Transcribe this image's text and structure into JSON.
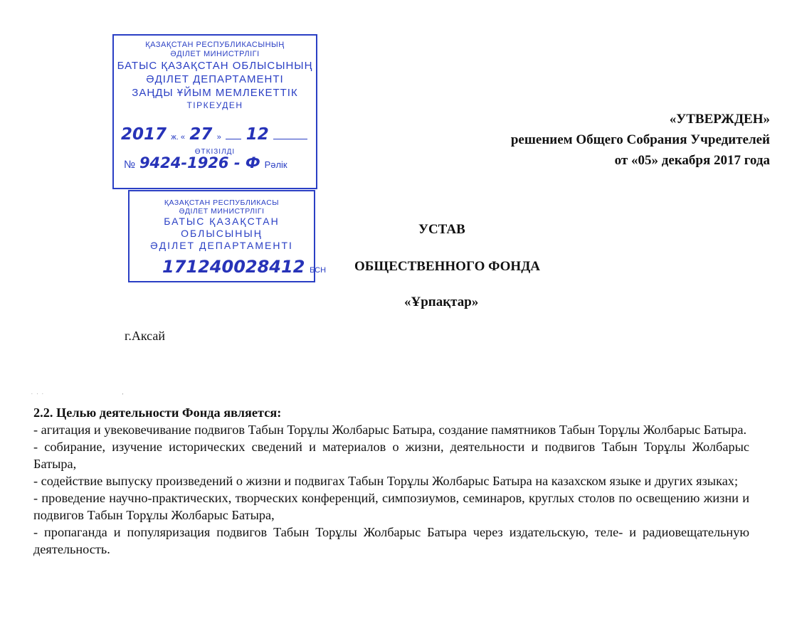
{
  "stamp_registration": {
    "lines": [
      "ҚАЗАҚСТАН РЕСПУБЛИКАСЫНЫҢ",
      "ӘДІЛЕТ МИНИСТРЛІГІ",
      "БАТЫС ҚАЗАҚСТАН ОБЛЫСЫНЫҢ",
      "ӘДІЛЕТ ДЕПАРТАМЕНТІ",
      "ЗАҢДЫ ҰЙЫМ МЕМЛЕКЕТТІК",
      "ТІРКЕУДЕН"
    ],
    "date_year": "2017",
    "date_sep_1": "ж. «",
    "date_day": "27",
    "date_sep_2": "»",
    "date_month": "12",
    "passed_label": "ӨТКІЗІЛДІ",
    "number_prefix": "№",
    "number_value": "9424-1926 - Ф",
    "number_suffix": "Рәлік",
    "color": "#2a3fc4"
  },
  "stamp_bin": {
    "lines": [
      "ҚАЗАҚСТАН РЕСПУБЛИКАСЫ",
      "ӘДІЛЕТ МИНИСТРЛІГІ",
      "БАТЫС ҚАЗАҚСТАН",
      "ОБЛЫСЫНЫҢ",
      "ӘДІЛЕТ ДЕПАРТАМЕНТІ"
    ],
    "bin_value": "171240028412",
    "bin_suffix": "БСН",
    "color": "#2a3fc4"
  },
  "approval": {
    "line1": "«УТВЕРЖДЕН»",
    "line2": "решением Общего Собрания Учредителей",
    "line3": "от  «05» декабря 2017 года"
  },
  "titles": {
    "line1": "УСТАВ",
    "line2": "ОБЩЕСТВЕННОГО ФОНДА",
    "line3": "«Ұрпақтар»"
  },
  "city": "г.Аксай",
  "section": {
    "heading": "2.2. Целью деятельности Фонда является:",
    "paragraphs": [
      "- агитация и увековечивание подвигов Табын Торұлы Жолбарыс Батыра,  создание памятников Табын Торұлы Жолбарыс Батыра.",
      " - собирание, изучение исторических сведений и материалов о жизни, деятельности и подвигов Табын Торұлы Жолбарыс Батыра,",
      "- содействие выпуску произведений о жизни и подвигах Табын Торұлы Жолбарыс Батыра на казахском языке и других языках;",
      "- проведение научно-практических, творческих конференций, симпозиумов, семинаров, круглых столов по освещению жизни и подвигов Табын Торұлы Жолбарыс Батыра,",
      "- пропаганда и популяризация подвигов Табын Торұлы Жолбарыс Батыра через издательскую, теле- и радиовещательную деятельность."
    ]
  }
}
